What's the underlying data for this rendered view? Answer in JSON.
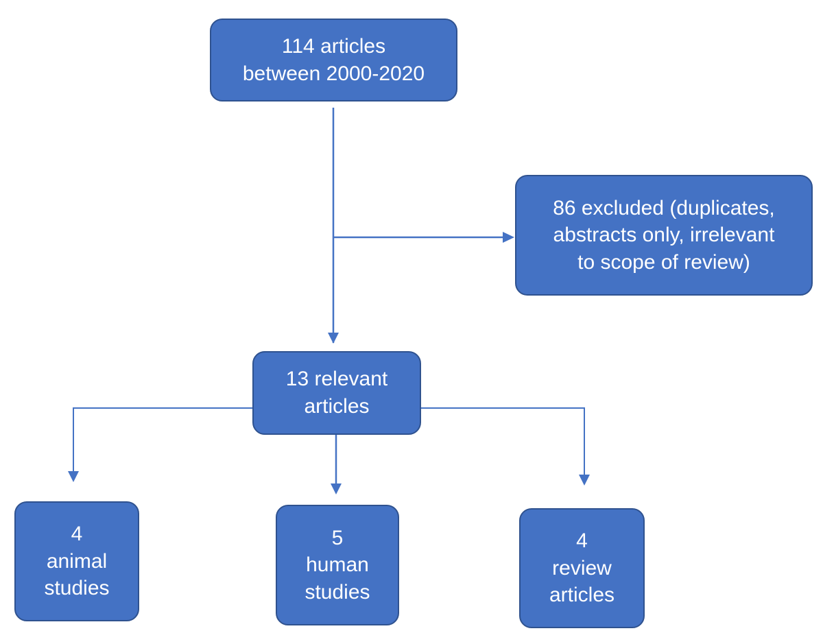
{
  "diagram": {
    "nodes": {
      "total": {
        "lines": [
          "114 articles",
          "between 2000-2020"
        ]
      },
      "excluded": {
        "lines": [
          "86 excluded (duplicates,",
          "abstracts only, irrelevant",
          "to scope of review)"
        ]
      },
      "relevant": {
        "lines": [
          "13 relevant",
          "articles"
        ]
      },
      "animal": {
        "lines": [
          "4",
          "animal",
          "studies"
        ]
      },
      "human": {
        "lines": [
          "5",
          "human",
          "studies"
        ]
      },
      "review": {
        "lines": [
          "4",
          "review",
          "articles"
        ]
      }
    },
    "edges": [
      {
        "from": "total",
        "to": "relevant"
      },
      {
        "from": "total",
        "to": "excluded"
      },
      {
        "from": "relevant",
        "to": "animal"
      },
      {
        "from": "relevant",
        "to": "human"
      },
      {
        "from": "relevant",
        "to": "review"
      }
    ],
    "colors": {
      "box_fill": "#4472c4",
      "box_border": "#2f528f",
      "line": "#4472c4",
      "text": "#ffffff"
    }
  }
}
